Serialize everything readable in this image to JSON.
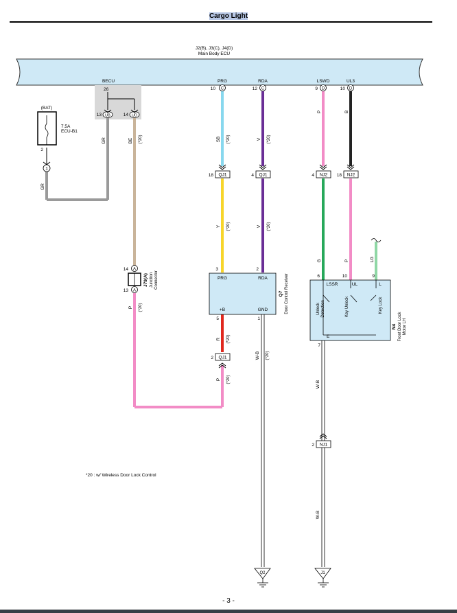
{
  "page": {
    "title": "Cargo Light",
    "page_number": "- 3 -"
  },
  "ecu": {
    "connectors": "J2(B), J3(C), J4(D)",
    "name": "Main Body ECU",
    "terminals": {
      "becu": {
        "name": "BECU",
        "pin": "26"
      },
      "prg": {
        "name": "PRG",
        "pin": "10",
        "conn": "C"
      },
      "rda": {
        "name": "RDA",
        "pin": "12",
        "conn": "C"
      },
      "lswd": {
        "name": "LSWD",
        "pin": "9",
        "conn": "D"
      },
      "ul3": {
        "name": "UL3",
        "pin": "10",
        "conn": "D"
      }
    },
    "sub_pins": {
      "left_pin": "13",
      "left_conn": "UB",
      "right_pin": "14",
      "right_conn": "UD"
    }
  },
  "fuse": {
    "bat": "(BAT)",
    "rating": "7.5A",
    "name": "ECU-B1",
    "pin": "2",
    "splice": "1"
  },
  "wires": {
    "gr1": "GR",
    "gr2": "GR",
    "be": "BE",
    "be_note": "(*20)",
    "sb": "SB",
    "sb_note": "(*20)",
    "v1": "V",
    "v1_note": "(*20)",
    "p1": "P",
    "b1": "B",
    "y": "Y",
    "y_note": "(*20)",
    "v2": "V",
    "v2_note": "(*20)",
    "g": "G",
    "p2": "P",
    "lg": "LG",
    "r": "R",
    "r_note": "(*20)",
    "p3": "P",
    "p3_note": "(*20)",
    "p4": "P",
    "p4_note": "(*20)",
    "wb1": "W-B",
    "wb1_note": "(*20)",
    "wb2": "W-B",
    "wb3": "W-B"
  },
  "connectors": {
    "qj1_a": {
      "pin": "18",
      "label": "QJ1"
    },
    "qj1_b": {
      "pin": "4",
      "label": "QJ1"
    },
    "nj2_a": {
      "pin": "4",
      "label": "NJ2"
    },
    "nj2_b": {
      "pin": "18",
      "label": "NJ2"
    },
    "qj1_c": {
      "pin": "2",
      "label": "QJ1"
    },
    "nj1": {
      "pin": "2",
      "label": "NJ1"
    }
  },
  "junction": {
    "pin_top": "14",
    "pin_bottom": "13",
    "conn": "A",
    "id": "J79(A)",
    "name_line1": "Junction",
    "name_line2": "Connector"
  },
  "receiver": {
    "pin_prg": "3",
    "label_prg": "PRG",
    "pin_rda": "2",
    "label_rda": "RDA",
    "label_b": "+B",
    "label_gnd": "GND",
    "pin_b": "5",
    "pin_gnd": "1",
    "id": "Q7",
    "name": "Door Control Receiver"
  },
  "motor": {
    "pin_lssr": "6",
    "pin_ul": "10",
    "pin_l": "9",
    "label_lssr": "LSSR",
    "label_ul": "UL",
    "label_l": "L",
    "label_e": "E",
    "pin_e": "7",
    "sw1_line1": "Unlock",
    "sw1_line2": "Detection",
    "sw2": "Key Unlock",
    "sw3": "Key Lock",
    "id": "N4",
    "name_line1": "Front Door Lock",
    "name_line2": "Motor LH"
  },
  "grounds": {
    "left": "Q2",
    "right": "J1"
  },
  "note": "*20 : w/ Wireless Door Lock Control",
  "colors": {
    "ecu_fill": "#cfe9f6",
    "comp_fill": "#cfe9f6",
    "shade": "#d8d8d8",
    "gr": "#9a9a9a",
    "be": "#c9b49a",
    "sb": "#88d8ee",
    "v": "#6a2f96",
    "p": "#f28cc6",
    "b": "#222222",
    "y": "#f7d52a",
    "g": "#27a85a",
    "lg": "#8fd7a5",
    "r": "#e0281e"
  }
}
